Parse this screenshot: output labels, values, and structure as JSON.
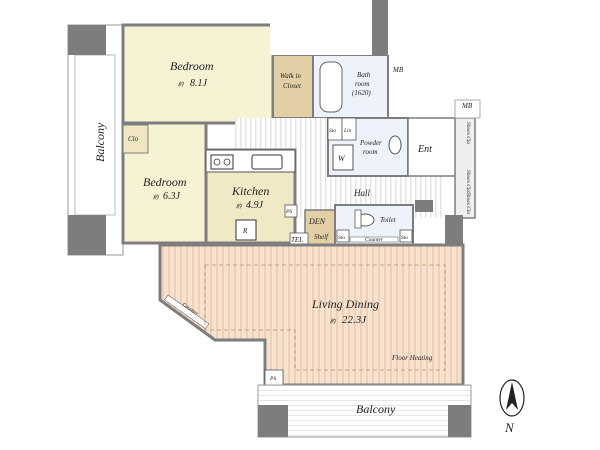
{
  "plan": {
    "colors": {
      "wall": "#7d7d7d",
      "bedroom_fill": "#f6f2d4",
      "kitchen_fill": "#f1e9c6",
      "living_fill": "#f7e2cf",
      "living_stripe": "#efcfb6",
      "hall_stripe": "#e7e7e7",
      "closet_fill": "#e2cfa6",
      "wet_fill": "#eef3fb",
      "compass_fill": "#222222"
    },
    "rooms": {
      "bedroom1": {
        "name": "Bedroom",
        "unit": "約",
        "area": "8.1J"
      },
      "bedroom2": {
        "name": "Bedroom",
        "unit": "約",
        "area": "6.3J"
      },
      "kitchen": {
        "name": "Kitchen",
        "unit": "約",
        "area": "4.9J"
      },
      "living": {
        "name": "Living Dining",
        "unit": "約",
        "area": "22.3J"
      },
      "walkin": {
        "line1": "Walk in",
        "line2": "Closet"
      },
      "bath": {
        "line1": "Bath",
        "line2": "room",
        "line3": "(1620)"
      },
      "powder": {
        "line1": "Powder",
        "line2": "room"
      },
      "entrance": "Ent",
      "hall": "Hall",
      "den": "DEN",
      "shelf": "Shelf",
      "toilet": "Toilet"
    },
    "labels": {
      "balcony_west": "Balcony",
      "balcony_south": "Balcony",
      "closet": "Clo",
      "mb1": "MB",
      "mb2": "MB",
      "ps1": "PS",
      "ps2": "PS",
      "tel": "TEL",
      "sto1": "Sto",
      "lin": "Lin",
      "washer": "W",
      "refrigerator": "R",
      "sto2": "Sto",
      "sto3": "Sto",
      "counter": "Counter",
      "shoes1": "Shoes Clo",
      "shoes2": "Shoes Clo",
      "shoes3": "Shoes Clo",
      "counter_living": "Counter",
      "floor_heating": "Floor Heating"
    },
    "compass": {
      "letter": "N"
    }
  }
}
